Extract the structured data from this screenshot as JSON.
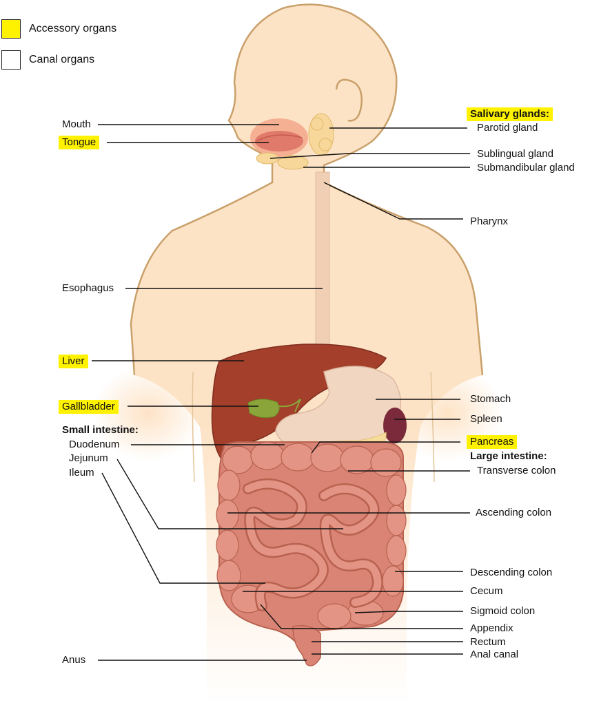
{
  "legend": {
    "accessory": {
      "label": "Accessory organs",
      "color": "#fff200"
    },
    "canal": {
      "label": "Canal organs",
      "color": "#ffffff"
    }
  },
  "labels": {
    "mouth": "Mouth",
    "tongue": "Tongue",
    "esophagus": "Esophagus",
    "liver": "Liver",
    "gallbladder": "Gallbladder",
    "small_intestine_heading": "Small intestine:",
    "duodenum": "Duodenum",
    "jejunum": "Jejunum",
    "ileum": "Ileum",
    "anus": "Anus",
    "salivary_heading": "Salivary glands:",
    "parotid": "Parotid gland",
    "sublingual": "Sublingual gland",
    "submandibular": "Submandibular gland",
    "pharynx": "Pharynx",
    "stomach": "Stomach",
    "spleen": "Spleen",
    "pancreas": "Pancreas",
    "large_intestine_heading": "Large intestine:",
    "transverse_colon": "Transverse colon",
    "ascending_colon": "Ascending colon",
    "descending_colon": "Descending colon",
    "cecum": "Cecum",
    "sigmoid_colon": "Sigmoid colon",
    "appendix": "Appendix",
    "rectum": "Rectum",
    "anal_canal": "Anal canal"
  },
  "colors": {
    "skin": "#fde3c6",
    "skin_outline": "#c9a06a",
    "liver": "#a33f2a",
    "stomach": "#f1d6c2",
    "intestine": "#d98475",
    "intestine_dark": "#b8614f",
    "gallbladder": "#8aa63a",
    "spleen": "#7a2a3a",
    "pancreas": "#f6dc9a",
    "salivary": "#f7d79a",
    "highlight": "#fff200"
  }
}
